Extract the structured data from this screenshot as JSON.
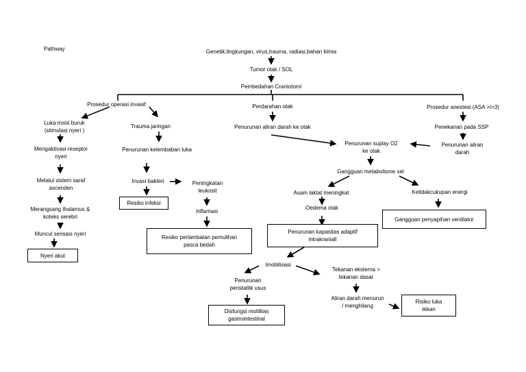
{
  "title": "Pathway",
  "nodes": {
    "etiologi": "Genetik,lingkungan, virus,trauma, radiasi,bahan kimia",
    "tumor": "Tumor otak / SOL",
    "pembedahan": "Pembedahan Craniotomi",
    "prosedur_operasi": "Prosedur operasi invasif",
    "perdarahan": "Perdarahan otak",
    "prosedur_anestesi": "Prosedur anestesi (ASA >/=3)",
    "luka_insisi_1": "Luka insisi buruk",
    "luka_insisi_2": "(stimulasi nyeri )",
    "trauma_jaringan": "Trauma jaringan",
    "penurunan_aliran_otak": "Penurunan aliran darah ke otak",
    "penekanan_ssp": "Penekanan pada SSP",
    "aktivasi_1": "Mengaktivasi reseptor",
    "aktivasi_2": "nyeri",
    "kelembaban": "Penurunan kelembaban luka",
    "suplay_1": "Penurunan suplay O2",
    "suplay_2": "ke otak",
    "aliran_darah_1": "Penurunan aliran",
    "aliran_darah_2": "darah",
    "gangguan_metabolisme": "Gangguan metabolisme sel",
    "saraf_1": "Melalui sistem saraf",
    "saraf_2": "ascenden",
    "invasi_bakteri": "Invasi bakteri",
    "leukosit_1": "Peningkatan",
    "leukosit_2": "leukosit",
    "asam_laktat": "Asam laktat meningkat",
    "ketidakcukupan": "Ketidakcukupan energi",
    "thalamus_1": "Merangsang thalamus &",
    "thalamus_2": "koteks serebri",
    "inflamasi": "Inflamasi",
    "oedema": "Oedema otak",
    "sensasi_nyeri": "Muncul sensasi nyeri",
    "imobilisasi": "Imobilisasi",
    "tekanan_1": "Tekanan eksterna >",
    "tekanan_2": "tekanan dasar",
    "peristaltik_1": "Penurunan",
    "peristaltik_2": "peristaltik usus",
    "aliran_menurun_1": "Aliran darah menurun",
    "aliran_menurun_2": "/ menghilang"
  },
  "diagnoses": {
    "nyeri_akut": "Nyeri akut",
    "resiko_infeksi": "Resiko infeksi",
    "resiko_perlambatan_1": "Resiko perlambatan pemulihan",
    "resiko_perlambatan_2": "pasca bedah",
    "kapasitas_1": "Penurunan kapasitas adaptif",
    "kapasitas_2": "intrakraniall",
    "penyapihan": "Gangguan penyapihan ventilator",
    "disfungsi_1": "Disfungsi motilitas",
    "disfungsi_2": "gastrointestinal",
    "risiko_luka_1": "Risiko luka",
    "risiko_luka_2": "tekan"
  }
}
